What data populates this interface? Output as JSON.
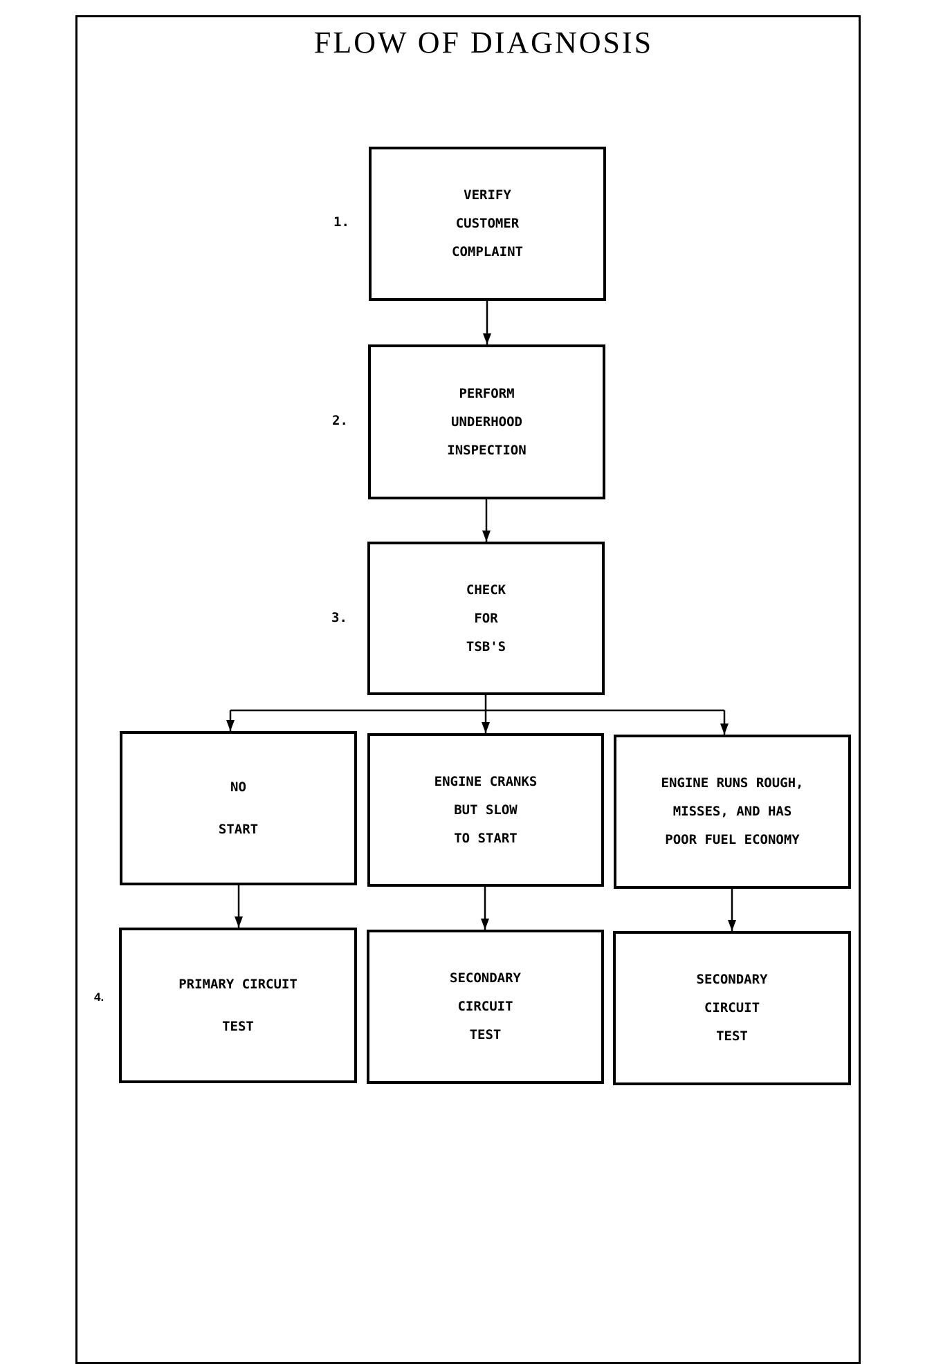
{
  "title": "FLOW OF DIAGNOSIS",
  "steps": {
    "s1": {
      "number": "1.",
      "text": "VERIFY\nCUSTOMER\nCOMPLAINT"
    },
    "s2": {
      "number": "2.",
      "text": "PERFORM\nUNDERHOOD\nINSPECTION"
    },
    "s3": {
      "number": "3.",
      "text": "CHECK\nFOR\nTSB'S"
    },
    "s4": {
      "number": "4."
    }
  },
  "symptoms": {
    "a": "NO\nSTART",
    "b": "ENGINE CRANKS\nBUT SLOW\nTO START",
    "c": "ENGINE RUNS ROUGH,\nMISSES, AND HAS\nPOOR FUEL ECONOMY"
  },
  "tests": {
    "a": "PRIMARY CIRCUIT\nTEST",
    "b": "SECONDARY\nCIRCUIT\nTEST",
    "c": "SECONDARY\nCIRCUIT\nTEST"
  }
}
